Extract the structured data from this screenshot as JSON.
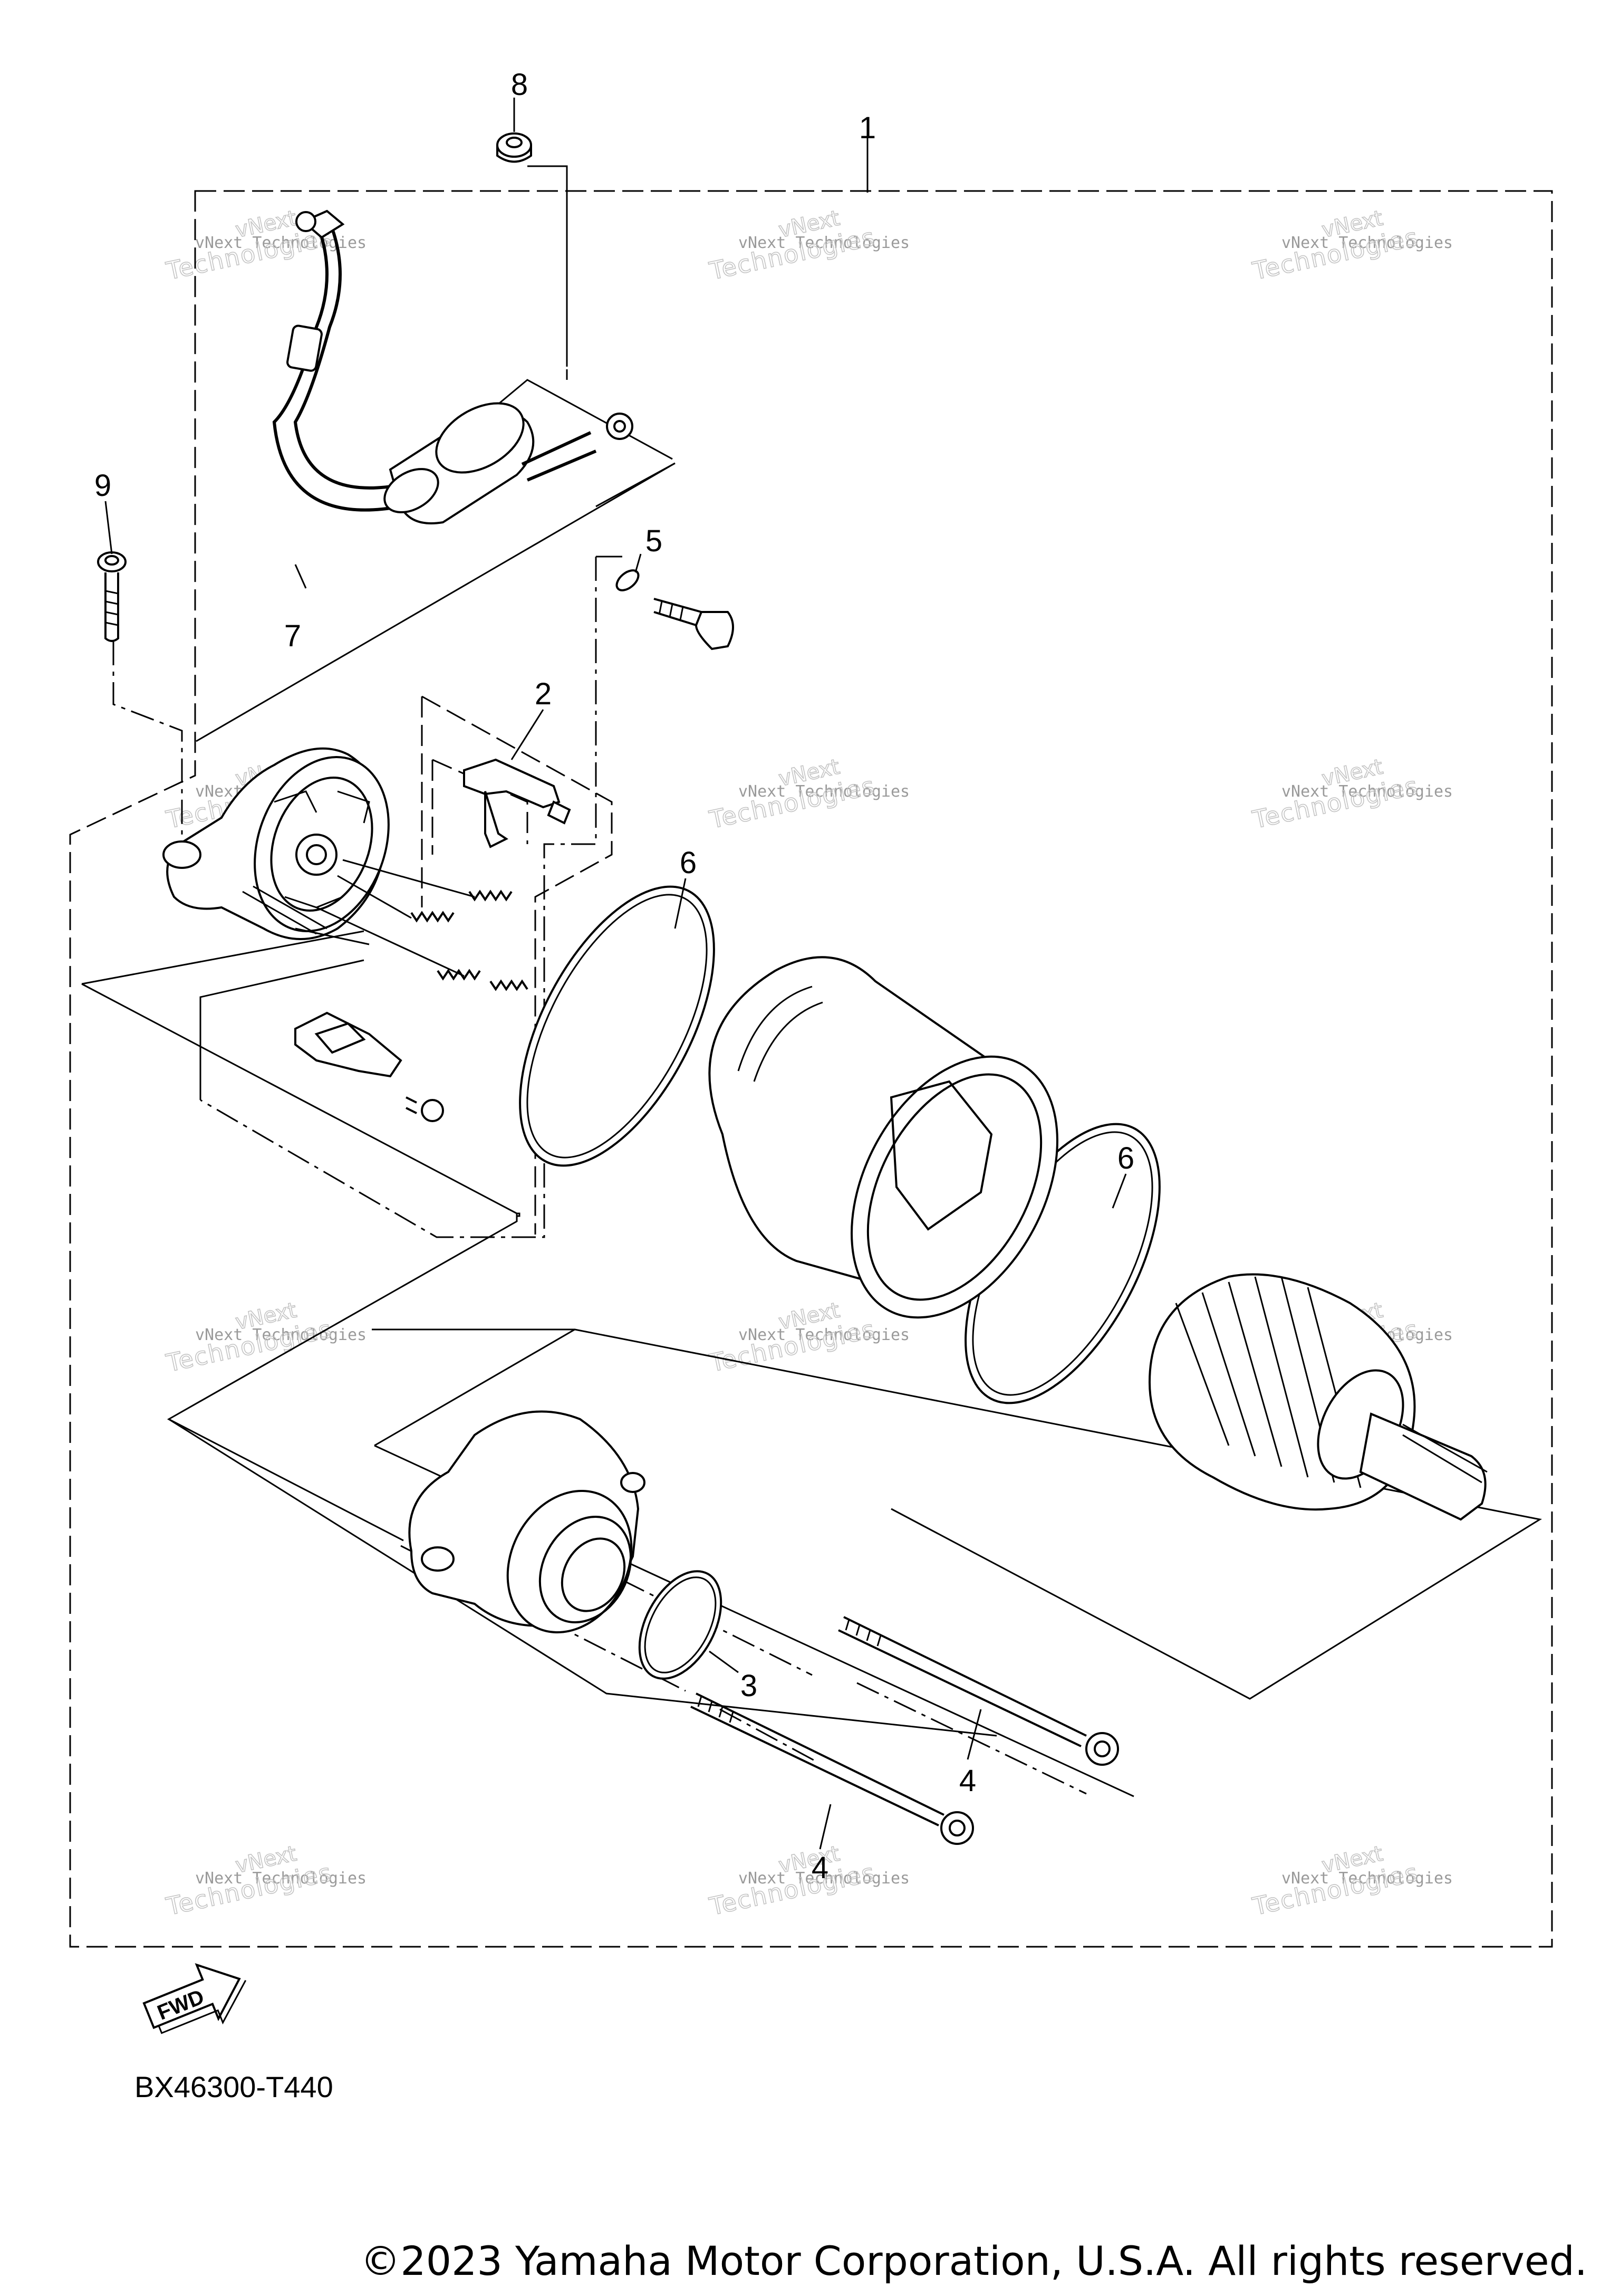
{
  "callouts": [
    {
      "id": "1",
      "label": "1"
    },
    {
      "id": "2",
      "label": "2"
    },
    {
      "id": "3",
      "label": "3"
    },
    {
      "id": "4a",
      "label": "4"
    },
    {
      "id": "4b",
      "label": "4"
    },
    {
      "id": "5",
      "label": "5"
    },
    {
      "id": "6a",
      "label": "6"
    },
    {
      "id": "6b",
      "label": "6"
    },
    {
      "id": "7",
      "label": "7"
    },
    {
      "id": "8",
      "label": "8"
    },
    {
      "id": "9",
      "label": "9"
    }
  ],
  "watermark": {
    "line1": "vNext Technologies",
    "line2": "Technologies",
    "line3": "vNext"
  },
  "fwd_label": "FWD",
  "diagram_code": "BX46300-T440",
  "copyright": "©2023 Yamaha Motor Corporation, U.S.A. All rights reserved."
}
